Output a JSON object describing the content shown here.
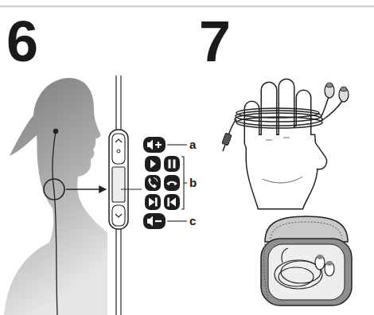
{
  "diagram": {
    "labels": [
      "6",
      "7",
      "a",
      "b",
      "c"
    ]
  }
}
